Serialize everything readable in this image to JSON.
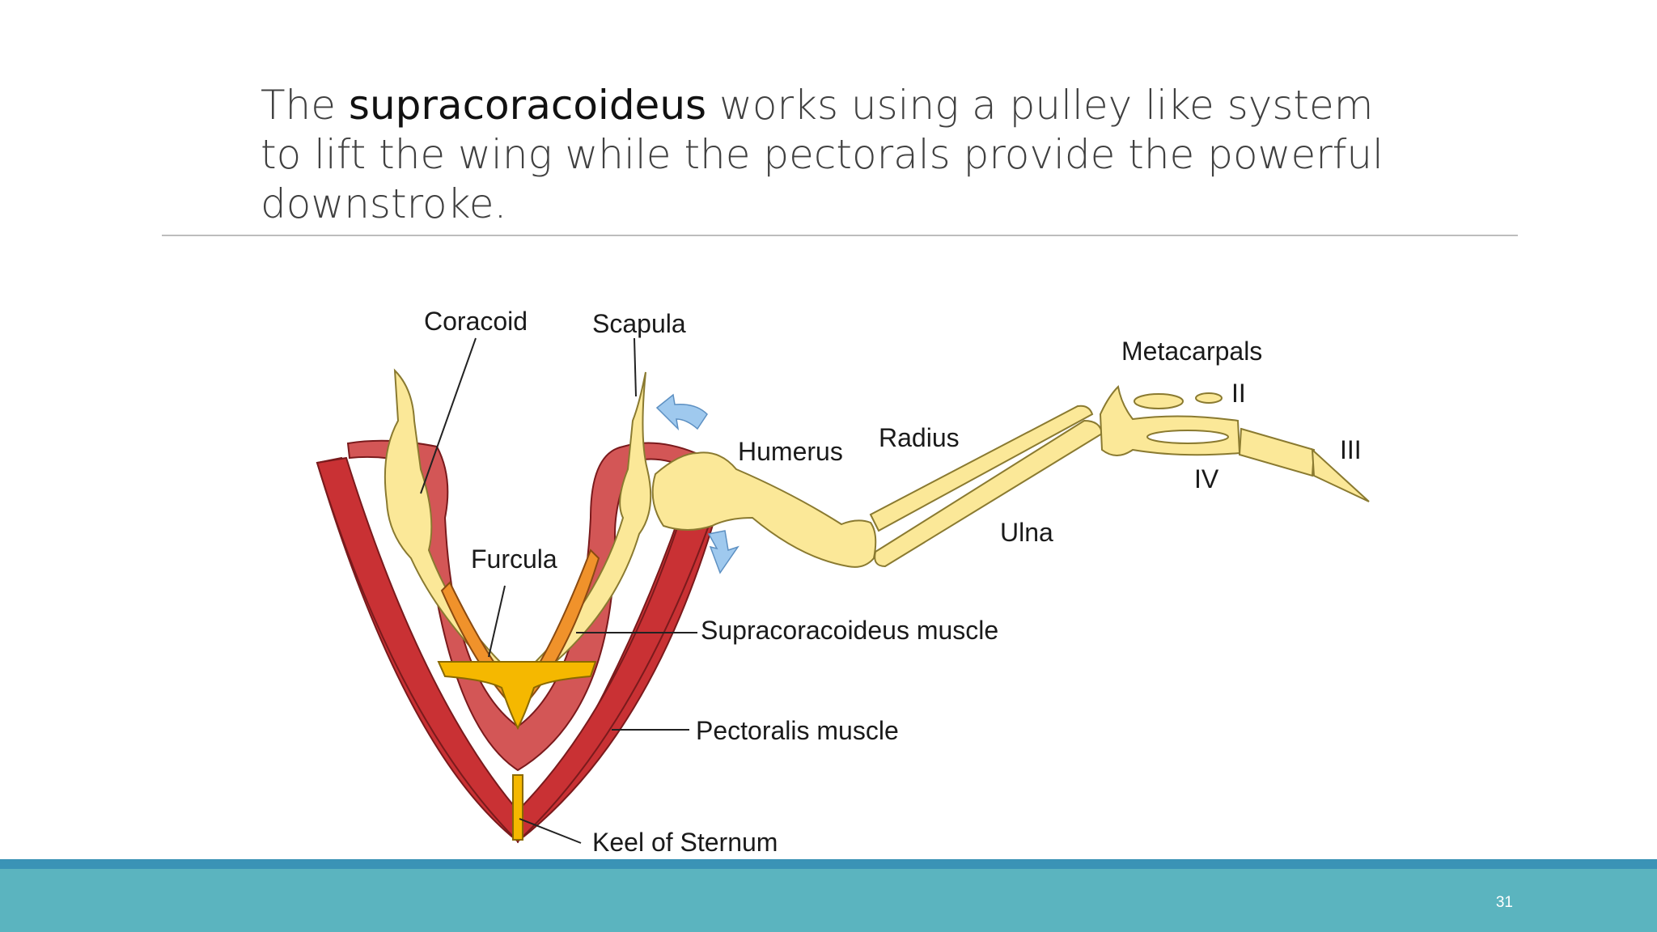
{
  "slide": {
    "title_pre": "The ",
    "title_emph": "supracoracoideus",
    "title_post": " works using a pulley like system to lift the wing while the pectorals provide the powerful downstroke.",
    "page_number": "31"
  },
  "diagram": {
    "labels": {
      "coracoid": "Coracoid",
      "scapula": "Scapula",
      "metacarpals": "Metacarpals",
      "digit_ii": "II",
      "digit_iii": "III",
      "digit_iv": "IV",
      "humerus": "Humerus",
      "radius": "Radius",
      "ulna": "Ulna",
      "furcula": "Furcula",
      "supracoracoideus": "Supracoracoideus muscle",
      "pectoralis": "Pectoralis muscle",
      "keel": "Keel of Sternum"
    },
    "colors": {
      "pectoralis": "#c93134",
      "supracoracoideus": "#d35656",
      "bone": "#fbe898",
      "furcula": "#f0922b",
      "keel": "#f5b800",
      "arrow": "#9fc9ee"
    }
  }
}
